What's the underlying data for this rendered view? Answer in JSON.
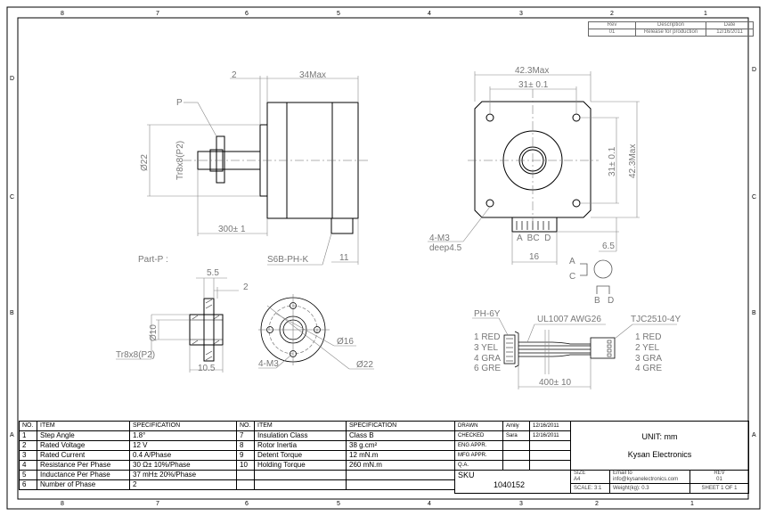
{
  "zones": {
    "columns": [
      "8",
      "7",
      "6",
      "5",
      "4",
      "3",
      "2",
      "1"
    ],
    "rows": [
      "D",
      "C",
      "B",
      "A"
    ]
  },
  "revision_table": {
    "headers": [
      "Rev",
      "Description",
      "Date"
    ],
    "row": [
      "01",
      "Release for production",
      "12/16/2011"
    ]
  },
  "side_view": {
    "dim_flange": "2",
    "dim_length": "34Max",
    "part_label": "P",
    "dia": "Ø22",
    "thread": "Tr8x8(P2)",
    "shaft_length": "300± 1",
    "connector": "S6B-PH-K",
    "conn_dim": "11"
  },
  "front_view": {
    "width": "42.3Max",
    "hole_spacing": "31± 0.1",
    "height": "42.3Max",
    "hole_spacing_v": "31± 0.1",
    "holes": "4-M3",
    "depth": "deep4.5",
    "pins": "A  BC  D",
    "conn_width": "16",
    "conn_offset": "6.5",
    "phase_a": "A",
    "phase_c": "C",
    "phase_b": "B",
    "phase_d": "D"
  },
  "part_p": {
    "title": "Part-P :",
    "d1": "5.5",
    "d2": "2",
    "dia": "Ø10",
    "thread": "Tr8x8(P2)",
    "length": "10.5",
    "holes": "4-M3",
    "dia16": "Ø16",
    "dia22": "Ø22"
  },
  "cable": {
    "left_connector": "PH-6Y",
    "wire": "UL1007 AWG26",
    "right_connector": "TJC2510-4Y",
    "left_pins": [
      "1 RED",
      "3 YEL",
      "4 GRA",
      "6 GRE"
    ],
    "right_pins": [
      "1 RED",
      "2 YEL",
      "3 GRA",
      "4 GRE"
    ],
    "length": "400± 10"
  },
  "spec_table": {
    "headers": [
      "NO.",
      "ITEM",
      "SPECIFICATION",
      "NO.",
      "ITEM",
      "SPECIFICATION"
    ],
    "left": [
      [
        "1",
        "Step Angle",
        "1.8°"
      ],
      [
        "2",
        "Rated Voltage",
        "12 V"
      ],
      [
        "3",
        "Rated Current",
        "0.4 A/Phase"
      ],
      [
        "4",
        "Resistance Per Phase",
        "30 Ω± 10%/Phase"
      ],
      [
        "5",
        "Inductance Per Phase",
        "37 mH± 20%/Phase"
      ],
      [
        "6",
        "Number of Phase",
        "2"
      ]
    ],
    "right": [
      [
        "7",
        "Insulation Class",
        "Class B"
      ],
      [
        "8",
        "Rotor Inertia",
        "38 g.cm²"
      ],
      [
        "9",
        "Detent Torque",
        "12 mN.m"
      ],
      [
        "10",
        "Holding Torque",
        "260 mN.m"
      ]
    ]
  },
  "title_block": {
    "drawn_label": "DRAWN",
    "drawn_by": "Amily",
    "drawn_date": "12/16/2011",
    "checked_label": "CHECKED",
    "checked_by": "Sara",
    "checked_date": "12/16/2011",
    "eng_label": "ENG APPR.",
    "mfg_label": "MFG APPR.",
    "qa_label": "Q.A.",
    "sku_label": "SKU",
    "sku": "1040152",
    "unit": "UNIT: mm",
    "company": "Kysan Electronics",
    "size_label": "SIZE",
    "size": "A4",
    "email_label": "Email to",
    "email": "info@kysanelectronics.com",
    "rev_label": "REV",
    "rev": "01",
    "scale": "SCALE: 3:1",
    "weight_label": "Weight(kg):",
    "weight": "0.3",
    "sheet": "SHEET 1 OF 1"
  }
}
